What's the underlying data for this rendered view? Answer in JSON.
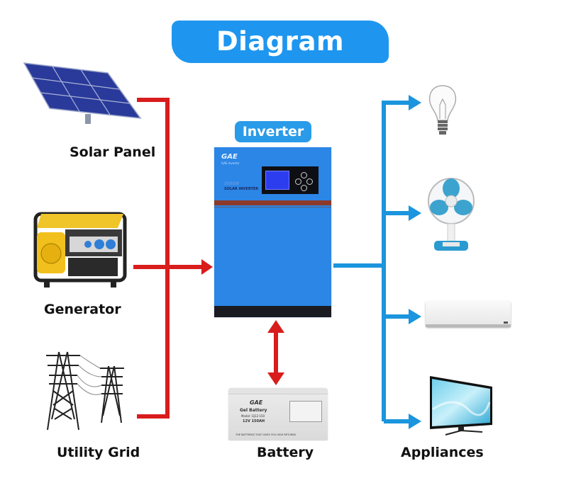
{
  "title": "Diagram",
  "center": {
    "label": "Inverter",
    "device": {
      "logo": "GAE",
      "logo_sub": "GAE Inverter",
      "model_text": "5000W",
      "brand_text": "SOLAR INVERTER"
    }
  },
  "sources": [
    {
      "id": "solar",
      "label": "Solar Panel",
      "icon": "solar-panel-icon"
    },
    {
      "id": "generator",
      "label": "Generator",
      "icon": "generator-icon"
    },
    {
      "id": "grid",
      "label": "Utility Grid",
      "icon": "power-tower-icon"
    }
  ],
  "storage": {
    "label": "Battery",
    "icon": "battery-icon",
    "device": {
      "logo": "GAE",
      "type": "Gel Battery",
      "model": "Model: GJ12-150",
      "rating": "12V 150AH",
      "slogan": "THE BATTERIES THAT GIVES YOU HIGH RETURNS"
    }
  },
  "loads": {
    "label": "Appliances",
    "items": [
      {
        "id": "bulb",
        "icon": "light-bulb-icon"
      },
      {
        "id": "fan",
        "icon": "table-fan-icon"
      },
      {
        "id": "ac",
        "icon": "air-conditioner-icon"
      },
      {
        "id": "tv",
        "icon": "television-icon"
      }
    ]
  },
  "colors": {
    "title_bg": "#1e96ef",
    "input_lines": "#d91c1c",
    "output_lines": "#1b95dd",
    "inverter_body": "#2b86e6"
  }
}
